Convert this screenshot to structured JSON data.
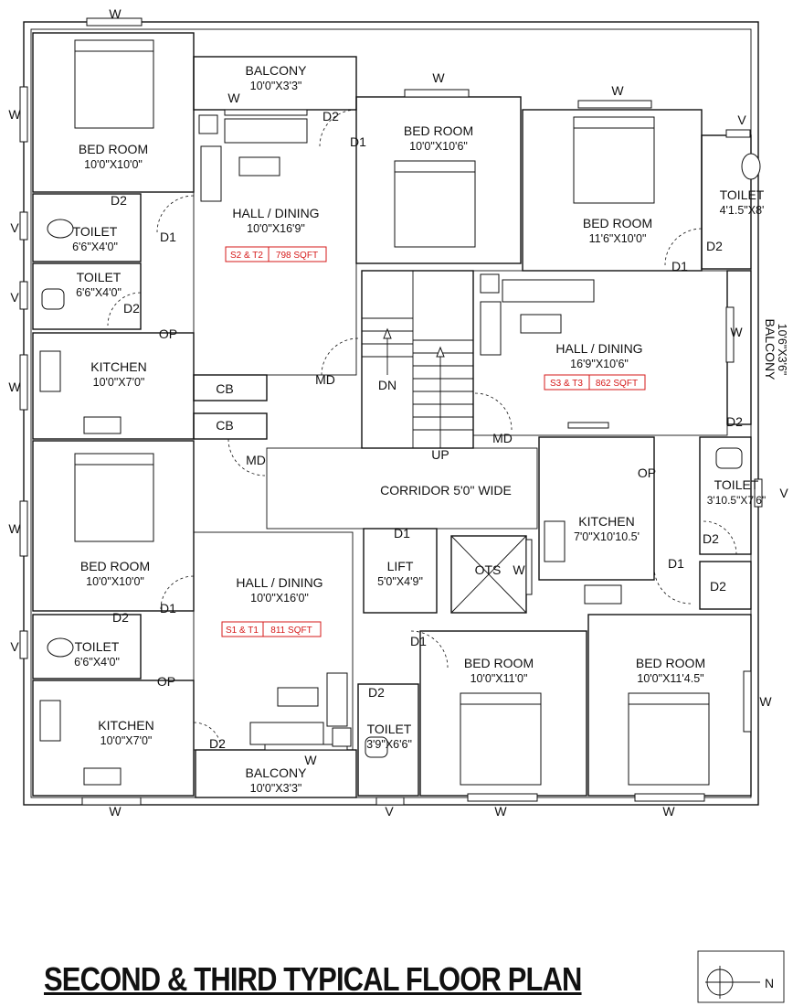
{
  "title": "SECOND & THIRD TYPICAL FLOOR PLAN",
  "north_label": "N",
  "rooms": {
    "bed1": {
      "name": "BED ROOM",
      "size": "10'0\"X10'0\""
    },
    "bed2": {
      "name": "BED ROOM",
      "size": "10'0\"X10'6\""
    },
    "bed3": {
      "name": "BED ROOM",
      "size": "11'6\"X10'0\""
    },
    "bed4": {
      "name": "BED ROOM",
      "size": "10'0\"X10'0\""
    },
    "bed5": {
      "name": "BED ROOM",
      "size": "10'0\"X11'0\""
    },
    "bed6": {
      "name": "BED ROOM",
      "size": "10'0\"X11'4.5\""
    },
    "balc_top": {
      "name": "BALCONY",
      "size": "10'0\"X3'3\""
    },
    "balc_bottom": {
      "name": "BALCONY",
      "size": "10'0\"X3'3\""
    },
    "balc_right": {
      "name": "BALCONY",
      "size": "10'6\"X3'6\""
    },
    "hall1": {
      "name": "HALL / DINING",
      "size": "10'0\"X16'9\""
    },
    "hall2": {
      "name": "HALL / DINING",
      "size": "16'9\"X10'6\""
    },
    "hall3": {
      "name": "HALL / DINING",
      "size": "10'0\"X16'0\""
    },
    "toilet1": {
      "name": "TOILET",
      "size": "6'6\"X4'0\""
    },
    "toilet2": {
      "name": "TOILET",
      "size": "6'6\"X4'0\""
    },
    "toilet3": {
      "name": "TOILET",
      "size": "4'1.5\"X8'"
    },
    "toilet4": {
      "name": "TOILET",
      "size": "3'10.5\"X7'6\""
    },
    "toilet5": {
      "name": "TOILET",
      "size": "6'6\"X4'0\""
    },
    "toilet6": {
      "name": "TOILET",
      "size": "3'9\"X6'6\""
    },
    "kitchen1": {
      "name": "KITCHEN",
      "size": "10'0\"X7'0\""
    },
    "kitchen2": {
      "name": "KITCHEN",
      "size": "7'0\"X10'10.5'"
    },
    "kitchen3": {
      "name": "KITCHEN",
      "size": "10'0\"X7'0\""
    },
    "lift": {
      "name": "LIFT",
      "size": "5'0\"X4'9\""
    },
    "corridor": {
      "name": "CORRIDOR 5'0\" WIDE"
    },
    "ots": {
      "name": "OTS"
    }
  },
  "units": {
    "s2t2": {
      "code": "S2 & T2",
      "area": "798 SQFT"
    },
    "s3t3": {
      "code": "S3 & T3",
      "area": "862 SQFT"
    },
    "s1t1": {
      "code": "S1 & T1",
      "area": "811 SQFT"
    }
  },
  "tags": {
    "window": "W",
    "ventilator": "V",
    "door": "D1",
    "door2": "D2",
    "main_door": "MD",
    "cupboard": "CB",
    "opening": "OP",
    "stair_up": "UP",
    "stair_down": "DN"
  }
}
